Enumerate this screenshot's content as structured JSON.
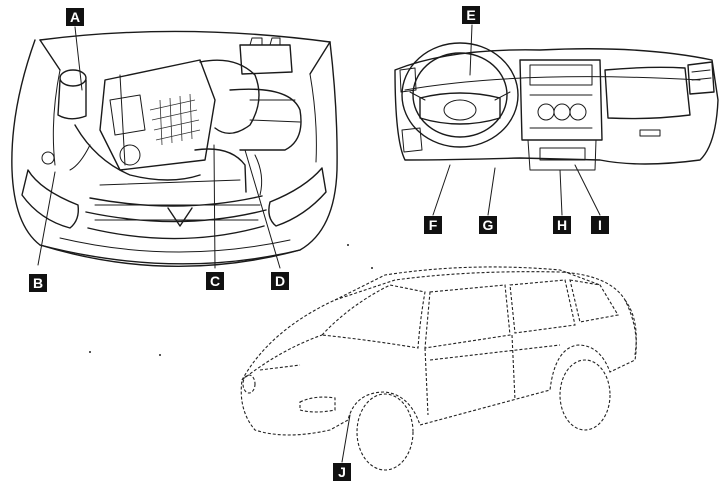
{
  "labels": {
    "A": "A",
    "B": "B",
    "C": "C",
    "D": "D",
    "E": "E",
    "F": "F",
    "G": "G",
    "H": "H",
    "I": "I",
    "J": "J"
  },
  "colors": {
    "line": "#1a1a1a",
    "label_bg": "#111111",
    "label_fg": "#ffffff",
    "background": "#ffffff"
  }
}
